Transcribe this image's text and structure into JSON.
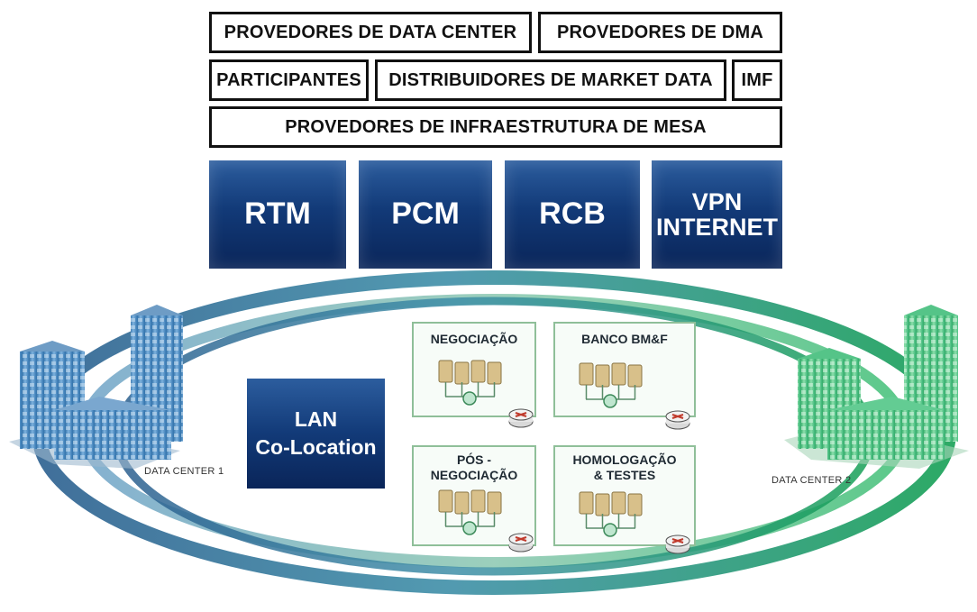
{
  "top_boxes": {
    "data_center": "PROVEDORES DE DATA CENTER",
    "dma": "PROVEDORES DE DMA",
    "participantes": "PARTICIPANTES",
    "market_data": "DISTRIBUIDORES DE MARKET DATA",
    "imf": "IMF",
    "infra_mesa": "PROVEDORES DE INFRAESTRUTURA DE MESA"
  },
  "networks": {
    "rtm": "RTM",
    "pcm": "PCM",
    "rcb": "RCB",
    "vpn_line1": "VPN",
    "vpn_line2": "INTERNET"
  },
  "lan": {
    "line1": "LAN",
    "line2": "Co-Location"
  },
  "panels": {
    "negociacao": "NEGOCIAÇÃO",
    "banco": "BANCO BM&F",
    "pos_line1": "PÓS -",
    "pos_line2": "NEGOCIAÇÃO",
    "homol_line1": "HOMOLOGAÇÃO",
    "homol_line2": "& TESTES"
  },
  "datacenters": {
    "dc1": "DATA  CENTER 1",
    "dc2": "DATA CENTER 2"
  },
  "colors": {
    "network_blue": "#123a78",
    "ring_blue": "#2f6f9f",
    "ring_green": "#1f9a55",
    "building_blue": "#4f8fc4",
    "building_green": "#4fbf7d"
  }
}
